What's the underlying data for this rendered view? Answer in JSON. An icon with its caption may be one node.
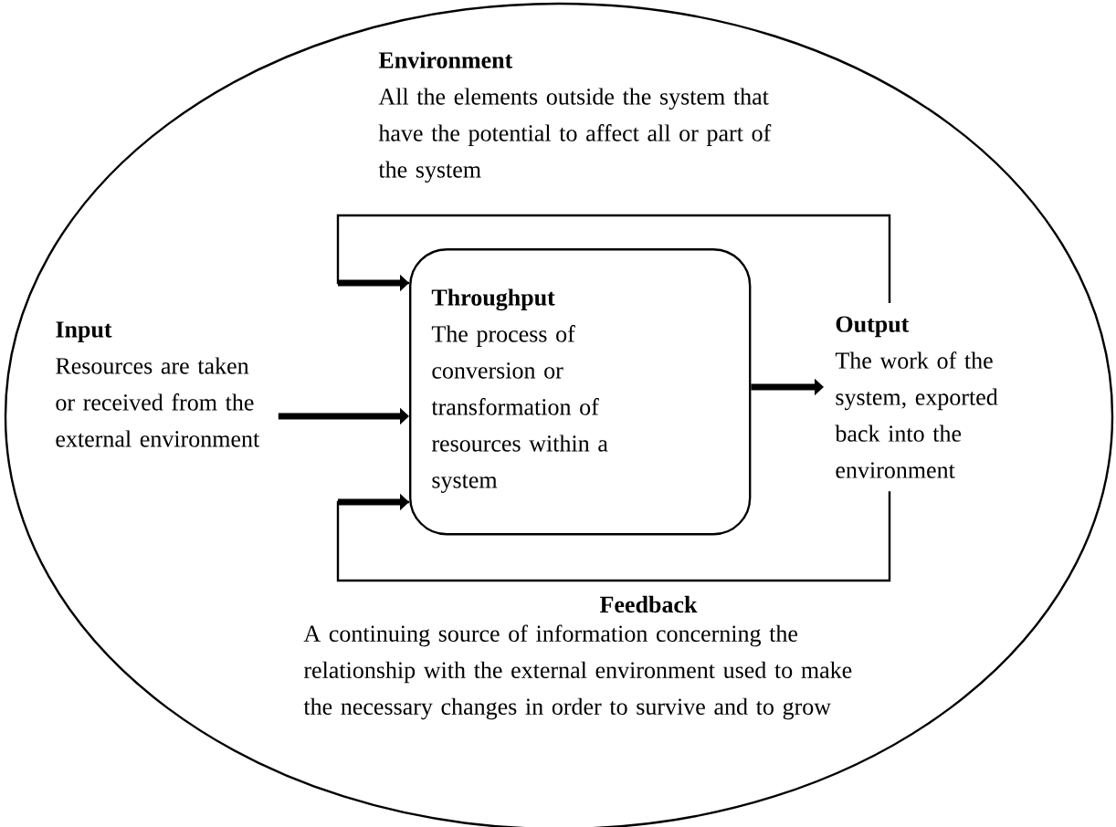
{
  "diagram": {
    "nodes": [
      {
        "text": [
          "Environment",
          "All the elements outside the system that have the potential to affect all or part of the system"
        ]
      },
      {
        "text": [
          "Input",
          "Resources are taken or received from the external environment"
        ],
        "in": 0
      },
      {
        "text": [
          "Throughput",
          "The process of conversion or transformation of resources within a system"
        ],
        "in": 0
      },
      {
        "text": [
          "Output",
          "The work of the system, exported back into the environment"
        ],
        "in": 0
      }
    ],
    "edges": [
      {
        "from": 1,
        "to": 2,
        "arrow": "to",
        "style": "thick"
      },
      {
        "from": 2,
        "to": 3,
        "arrow": "to",
        "style": "thick"
      },
      {
        "from": 3,
        "to": 2,
        "arrow": "to"
      },
      {
        "from": 3,
        "to": 2,
        "arrow": "to"
      }
    ],
    "labels": [
      "Feedback",
      "A continuing source of information concerning the relationship with the external environment used to make the necessary changes in order to survive and to grow"
    ]
  }
}
